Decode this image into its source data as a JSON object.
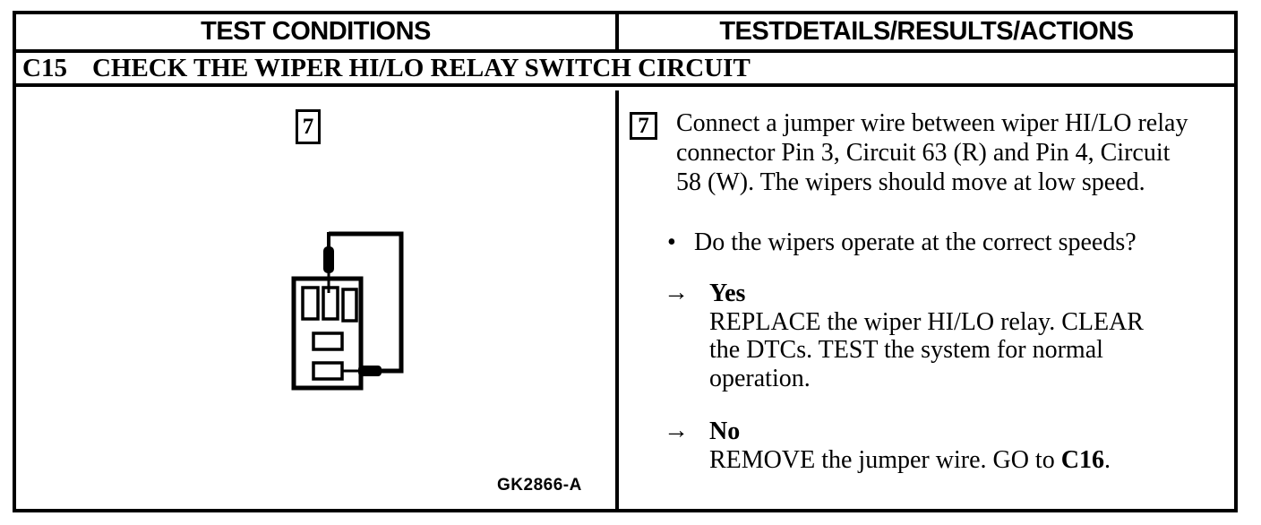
{
  "header": {
    "left": "TEST CONDITIONS",
    "right": "TESTDETAILS/RESULTS/ACTIONS"
  },
  "test": {
    "id": "C15",
    "title": "CHECK THE WIPER HI/LO RELAY SWITCH CIRCUIT"
  },
  "figure": {
    "step_number": "7",
    "caption": "GK2866-A"
  },
  "step": {
    "number": "7",
    "instruction_lines": [
      "Connect a jumper wire between wiper HI/LO relay",
      "connector Pin 3, Circuit 63 (R) and Pin 4, Circuit",
      "58 (W). The wipers should move at low speed."
    ],
    "bullet_glyph": "•",
    "question": "Do the wipers operate at the correct speeds?",
    "arrow_glyph": "→",
    "yes": {
      "label": "Yes",
      "action_lines": [
        "REPLACE the wiper HI/LO relay. CLEAR",
        "the DTCs. TEST the system for normal",
        "operation."
      ]
    },
    "no": {
      "label": "No",
      "action_prefix": "REMOVE the jumper wire. GO to ",
      "action_ref": "C16",
      "action_suffix": "."
    }
  },
  "colors": {
    "ink": "#000000",
    "paper": "#ffffff"
  }
}
